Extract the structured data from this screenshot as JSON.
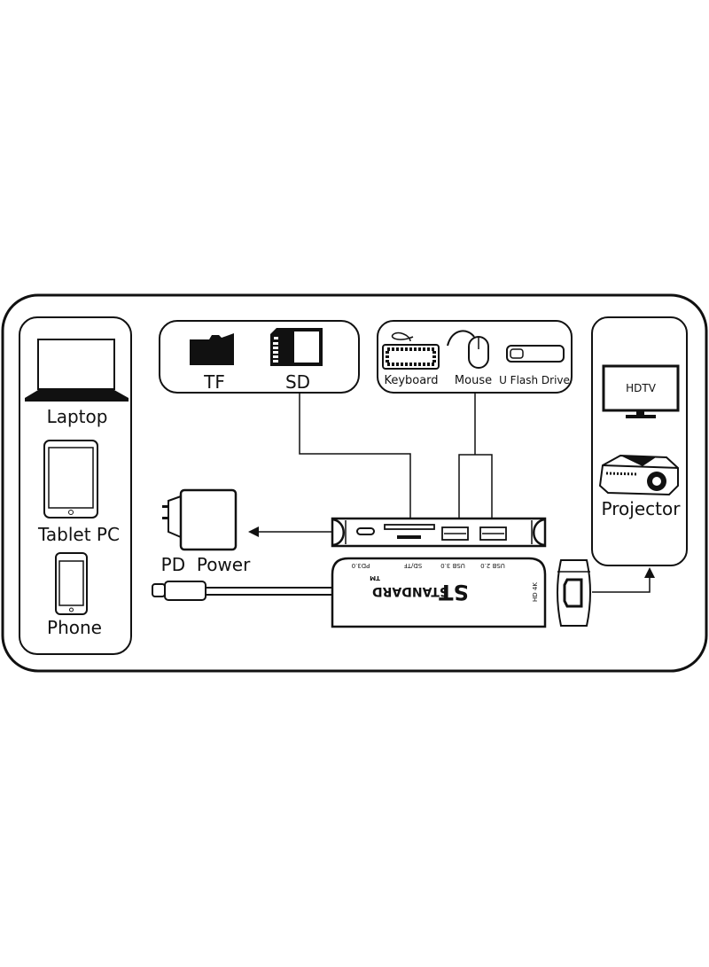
{
  "devices": {
    "laptop": "Laptop",
    "tablet": "Tablet PC",
    "phone": "Phone"
  },
  "cards": {
    "tf": "TF",
    "sd": "SD"
  },
  "peripherals": {
    "keyboard": "Keyboard",
    "mouse": "Mouse",
    "flash": "U Flash Drive"
  },
  "displays": {
    "hdtv": "HDTV",
    "projector": "Projector"
  },
  "power": {
    "label": "PD  Power"
  },
  "hub": {
    "brand": "STANDARD",
    "logo": "ST",
    "tm": "TM",
    "port_labels": [
      "PD3.0",
      "SD/TF",
      "USB 3.0",
      "USB 2.0"
    ],
    "hdmi_label": "HD 4K"
  }
}
